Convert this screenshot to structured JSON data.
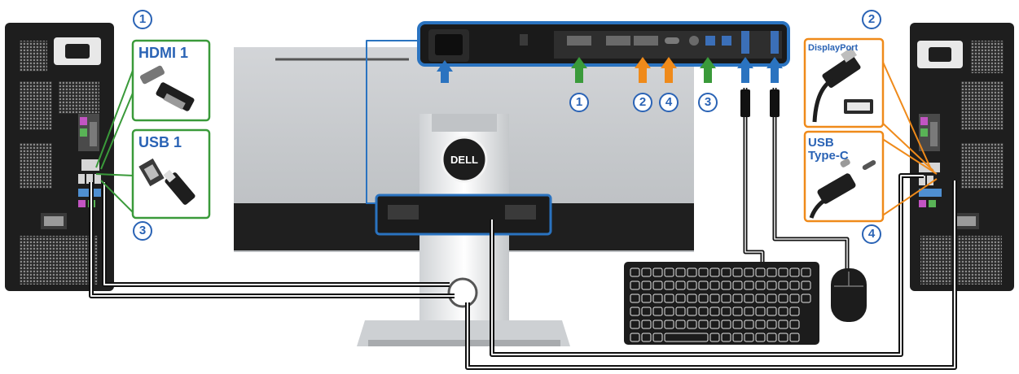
{
  "diagram": {
    "labels": {
      "hdmi": "HDMI 1",
      "usb1": "USB 1",
      "displayport": "DisplayPort",
      "usbc": "USB\nType-C",
      "brand": "DELL"
    },
    "badges": {
      "left_top": "1",
      "left_bottom": "3",
      "right_top": "2",
      "right_bottom": "4",
      "port_1": "1",
      "port_2": "2",
      "port_4": "4",
      "port_3": "3"
    },
    "colors": {
      "green": "#3a9a3a",
      "orange": "#ef8a1a",
      "blue": "#2a73c0",
      "badge": "#2a63b5"
    }
  }
}
